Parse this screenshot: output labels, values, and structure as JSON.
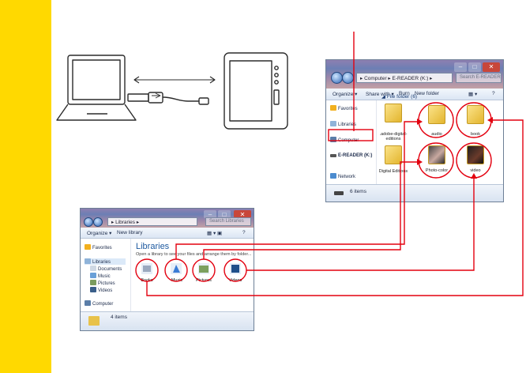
{
  "explorer_top": {
    "address": [
      "Computer",
      "E-READER (K:)"
    ],
    "search_placeholder": "Search E-READER",
    "toolbar": [
      "Organize ▾",
      "Share with ▾",
      "Burn",
      "New folder"
    ],
    "nav": [
      "Favorites",
      "Libraries",
      "Computer",
      "E-READER (K:)",
      "Network"
    ],
    "group_header": "File folder (6)",
    "folders": [
      ".adobe-digital-editions",
      "audio",
      "book",
      "Digital Editions",
      "Photo-color",
      "video"
    ],
    "status": "6 items"
  },
  "explorer_bottom": {
    "address": [
      "Libraries"
    ],
    "search_placeholder": "Search Libraries",
    "toolbar": [
      "Organize ▾",
      "New library"
    ],
    "nav": [
      "Favorites",
      "Libraries",
      "Documents",
      "Music",
      "Pictures",
      "Videos",
      "Computer"
    ],
    "title": "Libraries",
    "subtitle": "Open a library to see your files and arrange them by folder...",
    "libraries": [
      "Books",
      "Music",
      "Pictures",
      "Videos"
    ],
    "status": "4 items"
  },
  "colors": {
    "accent": "#ffd900",
    "highlight": "#e3000f"
  }
}
